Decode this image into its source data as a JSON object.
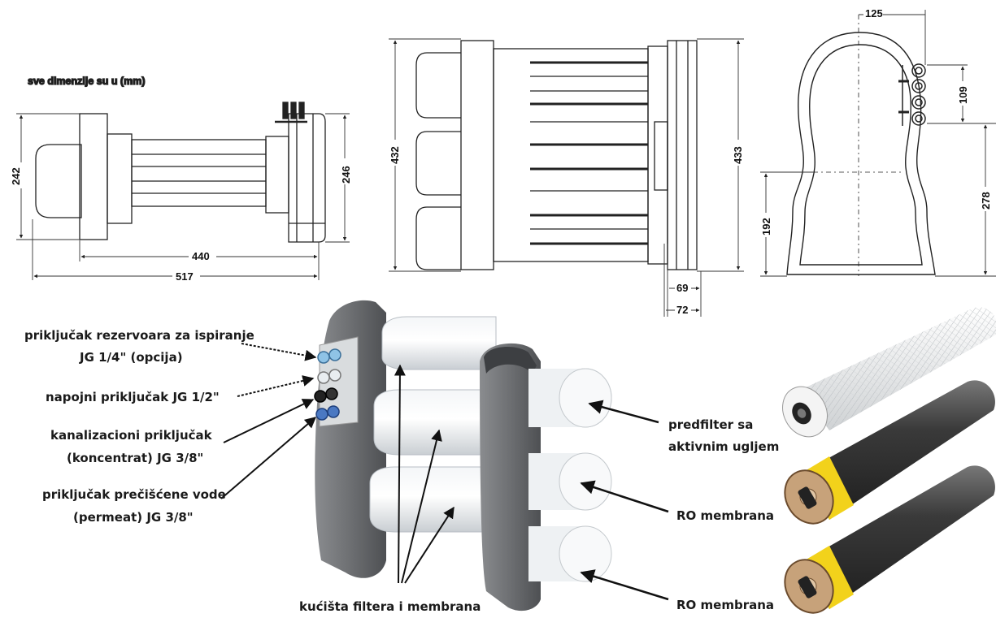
{
  "note": "sve dimenzije su u (mm)",
  "side_view": {
    "height_left": "242",
    "height_right": "246",
    "width_inner": "440",
    "width_total": "517"
  },
  "front_view": {
    "height_left": "432",
    "height_right": "433",
    "depth_a": "69",
    "depth_b": "72"
  },
  "back_view": {
    "width_top": "125",
    "ports_height": "109",
    "lower_left": "192",
    "lower_right": "278"
  },
  "labels": {
    "flush_tank_port_line1": "priključak rezervoara za ispiranje",
    "flush_tank_port_line2": "JG 1/4\" (opcija)",
    "supply_port": "napojni priključak JG 1/2\"",
    "drain_port_line1": "kanalizacioni priključak",
    "drain_port_line2": "(koncentrat) JG 3/8\"",
    "permeate_port_line1": "priključak prečišćene vode",
    "permeate_port_line2": "(permeat) JG 3/8\"",
    "housings": "kućišta filtera i membrana",
    "prefilter_line1": "predfilter sa",
    "prefilter_line2": "aktivnim ugljem",
    "ro_membrane_1": "RO membrana",
    "ro_membrane_2": "RO membrana"
  },
  "colors": {
    "housing_grey": "#6d6f72",
    "yellow_band": "#f2d21b",
    "cartridge_dark": "#2c2c2c"
  }
}
